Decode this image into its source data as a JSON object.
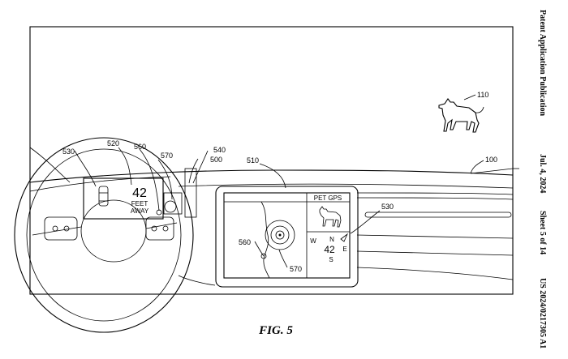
{
  "header": {
    "publication": "Patent Application Publication",
    "date": "Jul. 4, 2024",
    "sheet": "Sheet 5 of 14",
    "number": "US 2024/0217305 A1"
  },
  "figure": {
    "label": "FIG. 5"
  },
  "cluster_display": {
    "distance": "42",
    "unit_line1": "FEET",
    "unit_line2": "AWAY"
  },
  "center_display": {
    "title": "PET GPS",
    "compass": {
      "north": "N",
      "south": "S",
      "east": "E",
      "west": "W"
    },
    "distance": "42"
  },
  "reference_numerals": {
    "pet": "110",
    "dashboard": "100",
    "ref_500": "500",
    "ref_510": "510",
    "ref_520": "520",
    "ref_530_cluster": "530",
    "ref_530_display": "530",
    "ref_540": "540",
    "ref_560_cluster": "560",
    "ref_560_display": "560",
    "ref_570_cluster": "570",
    "ref_570_display": "570"
  }
}
